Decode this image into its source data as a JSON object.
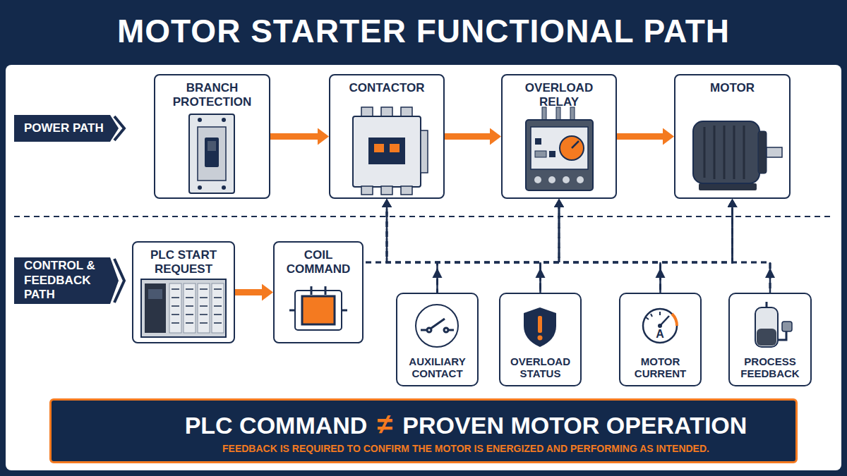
{
  "diagram": {
    "title": "MOTOR STARTER FUNCTIONAL PATH",
    "nodes": [
      {
        "text": [
          "POWER PATH"
        ]
      },
      {
        "text": [
          "BRANCH PROTECTION"
        ]
      },
      {
        "text": [
          "CONTACTOR"
        ]
      },
      {
        "text": [
          "OVERLOAD RELAY"
        ]
      },
      {
        "text": [
          "MOTOR"
        ]
      },
      {
        "text": [
          "CONTROL & FEEDBACK PATH"
        ]
      },
      {
        "text": [
          "PLC START REQUEST"
        ]
      },
      {
        "text": [
          "COIL COMMAND"
        ]
      },
      {
        "text": [
          "AUXILIARY CONTACT"
        ]
      },
      {
        "text": [
          "OVERLOAD STATUS"
        ]
      },
      {
        "text": [
          "MOTOR CURRENT"
        ]
      },
      {
        "text": [
          "PROCESS FEEDBACK"
        ]
      },
      {
        "text": [
          "PLC COMMAND",
          "≠",
          "PROVEN MOTOR OPERATION",
          "FEEDBACK IS REQUIRED TO CONFIRM THE MOTOR IS ENERGIZED AND PERFORMING AS INTENDED."
        ]
      }
    ],
    "edges": [
      {
        "from": 1,
        "to": 2,
        "arrow": "to"
      },
      {
        "from": 2,
        "to": 3,
        "arrow": "to"
      },
      {
        "from": 3,
        "to": 4,
        "arrow": "to"
      },
      {
        "from": 6,
        "to": 7,
        "arrow": "to"
      },
      {
        "from": 7,
        "to": 2,
        "arrow": "to"
      },
      {
        "from": 7,
        "to": 3,
        "arrow": "to"
      },
      {
        "from": 7,
        "to": 4,
        "arrow": "to"
      },
      {
        "from": 8,
        "to": 2,
        "arrow": "to"
      },
      {
        "from": 8,
        "to": 3,
        "arrow": "to"
      },
      {
        "from": 8,
        "to": 4,
        "arrow": "to"
      },
      {
        "from": 9,
        "to": 2,
        "arrow": "to"
      },
      {
        "from": 9,
        "to": 3,
        "arrow": "to"
      },
      {
        "from": 9,
        "to": 4,
        "arrow": "to"
      },
      {
        "from": 10,
        "to": 2,
        "arrow": "to"
      },
      {
        "from": 10,
        "to": 3,
        "arrow": "to"
      },
      {
        "from": 10,
        "to": 4,
        "arrow": "to"
      },
      {
        "from": 11,
        "to": 2,
        "arrow": "to"
      },
      {
        "from": 11,
        "to": 3,
        "arrow": "to"
      },
      {
        "from": 11,
        "to": 4,
        "arrow": "to"
      }
    ],
    "labels": [
      "A"
    ]
  }
}
